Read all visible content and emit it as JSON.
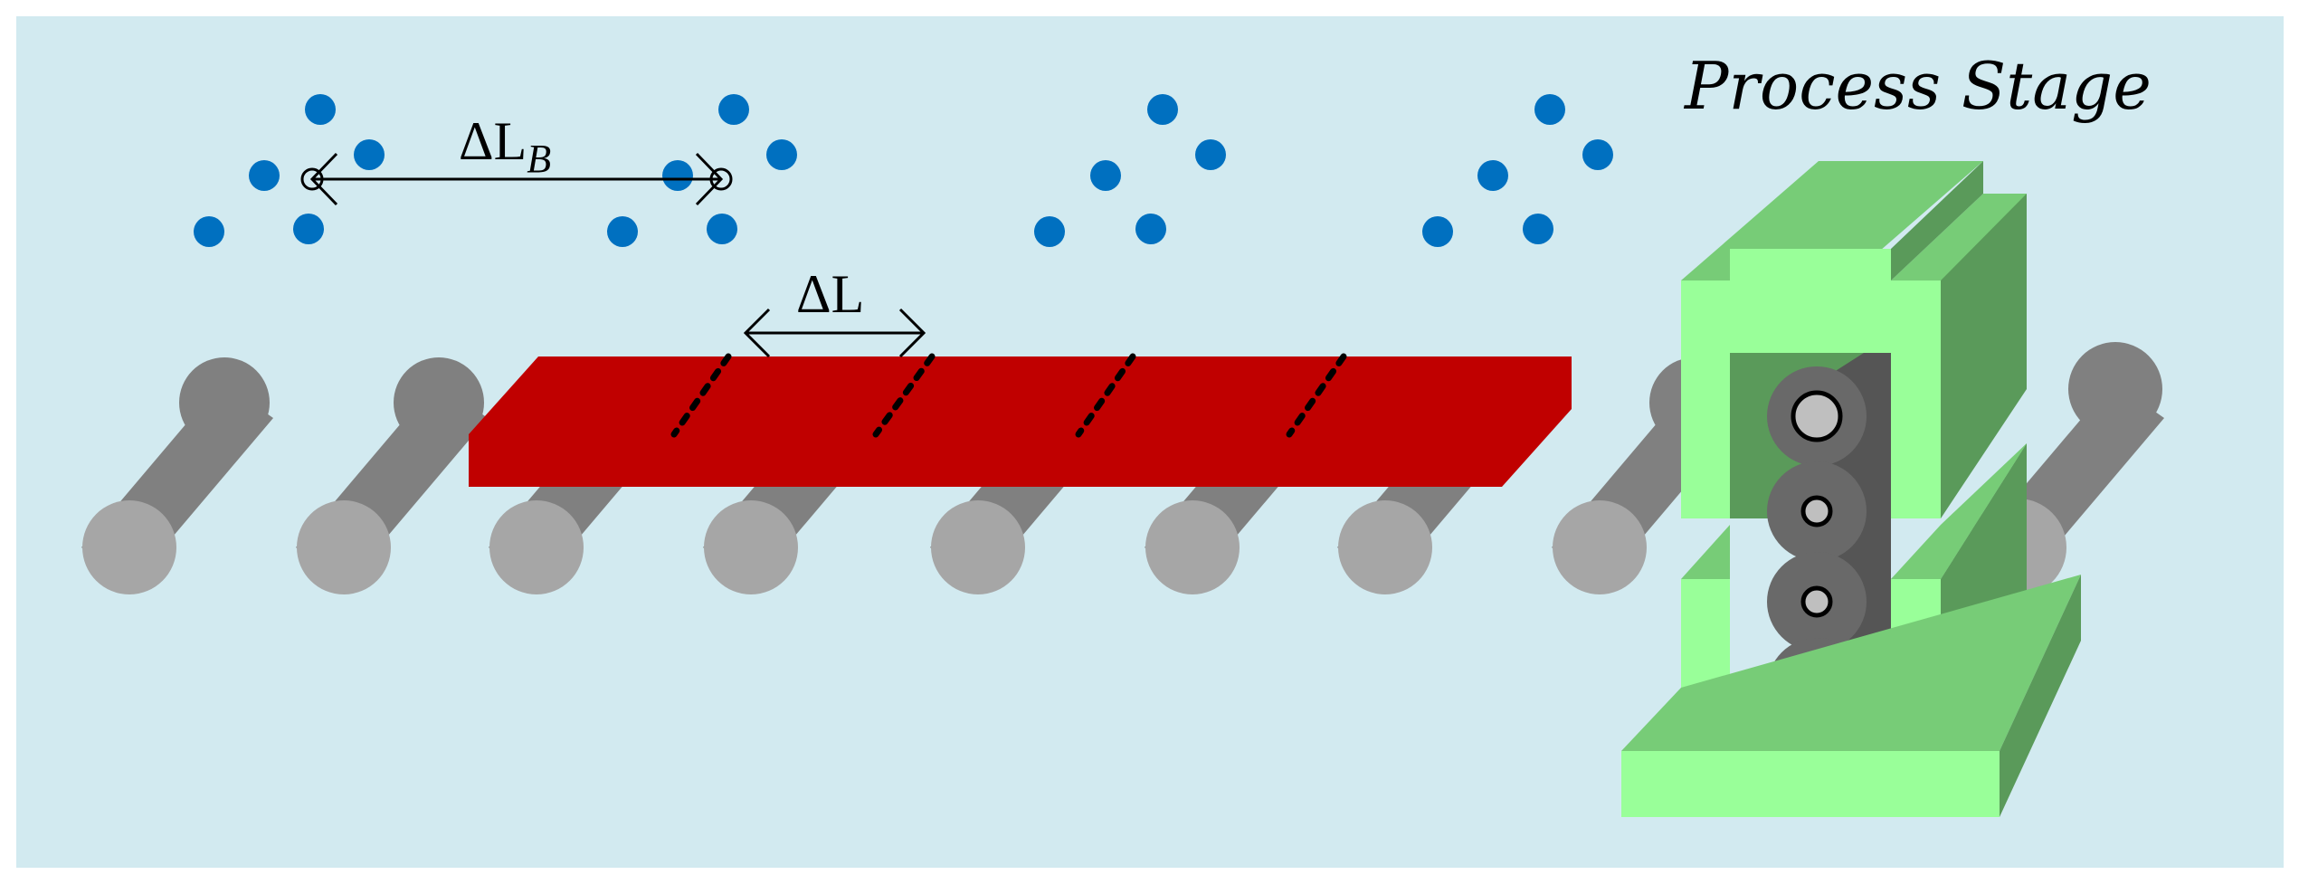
{
  "colors": {
    "background": "#d2eaf0",
    "sensor_dot": "#0070c0",
    "slab": "#c00000",
    "roller_body": "#808080",
    "roller_end": "#a6a6a6",
    "stand_front": "#99ff99",
    "stand_top": "#77cc77",
    "stand_side": "#5a9a5a",
    "work_roll": "#696969"
  },
  "labels": {
    "title": "Process Stage",
    "delta_lb_symbol": "ΔL",
    "delta_lb_subscript": "B",
    "delta_l": "ΔL"
  },
  "icons": {
    "sensor": "dot-cluster",
    "roller": "cylinder",
    "stand": "rolling-mill-stand"
  }
}
